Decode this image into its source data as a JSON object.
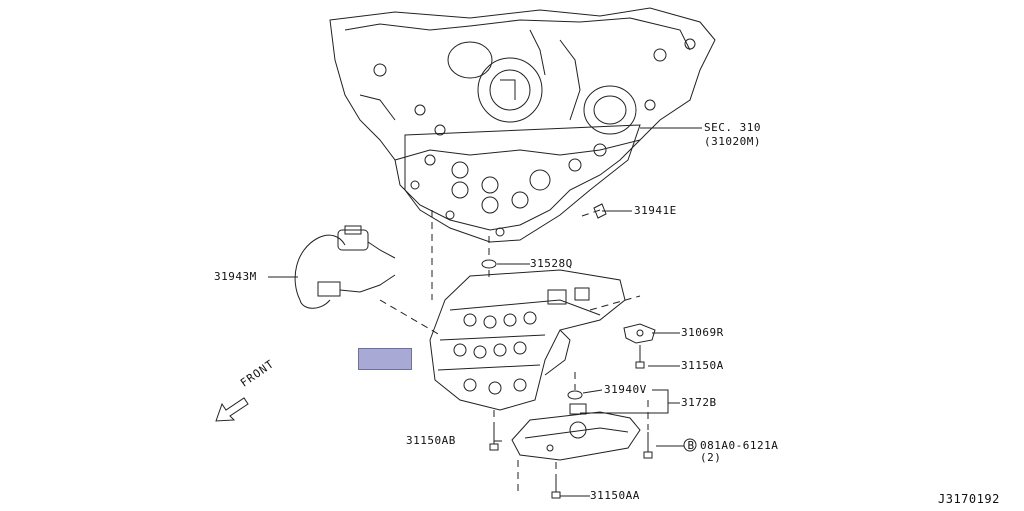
{
  "parts": {
    "sec310": {
      "line1": "SEC. 310",
      "line2": "(31020M)"
    },
    "p31941E": "31941E",
    "p31943M": "31943M",
    "p31528Q": "31528Q",
    "p31069R": "31069R",
    "p31150A": "31150A",
    "p31940V": "31940V",
    "p3172B": "3172B",
    "p31150AB": "31150AB",
    "bolt": {
      "code": "081A0-6121A",
      "qty": "(2)",
      "symbol": "B"
    },
    "p31150AA": "31150AA"
  },
  "front_label": "FRONT",
  "diagram_ref": "J3170192",
  "colors": {
    "line": "#222222",
    "highlight": "#a9a9d6"
  }
}
